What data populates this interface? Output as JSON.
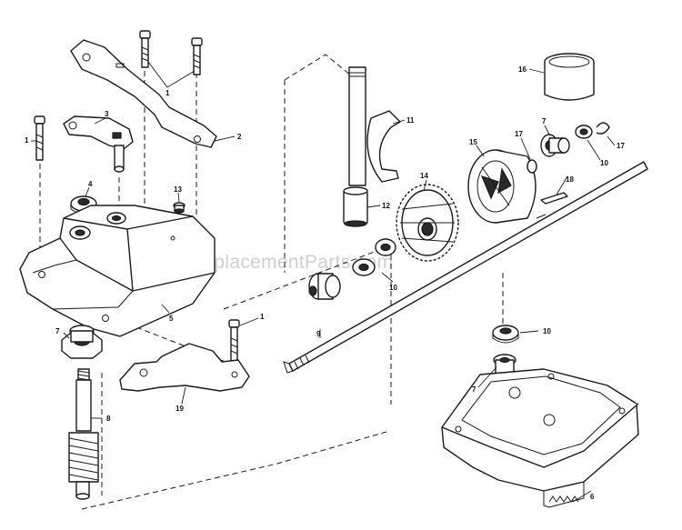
{
  "watermark": "eReplacementParts.com",
  "callouts": {
    "c1_top": "1",
    "c2": "2",
    "c3": "3",
    "c1_left": "1",
    "c4": "4",
    "c13": "13",
    "c5": "5",
    "c7_left": "7",
    "c1_lower": "1",
    "c19": "19",
    "c8": "8",
    "c11": "11",
    "c12": "12",
    "c14": "14",
    "c15": "15",
    "c16": "16",
    "c17_a": "17",
    "c7_right": "7",
    "c17_b": "17",
    "c10_a": "10",
    "c18": "18",
    "c10_b": "10",
    "c9": "9",
    "c10_c": "10",
    "c7_bottom": "7",
    "c6": "6"
  }
}
